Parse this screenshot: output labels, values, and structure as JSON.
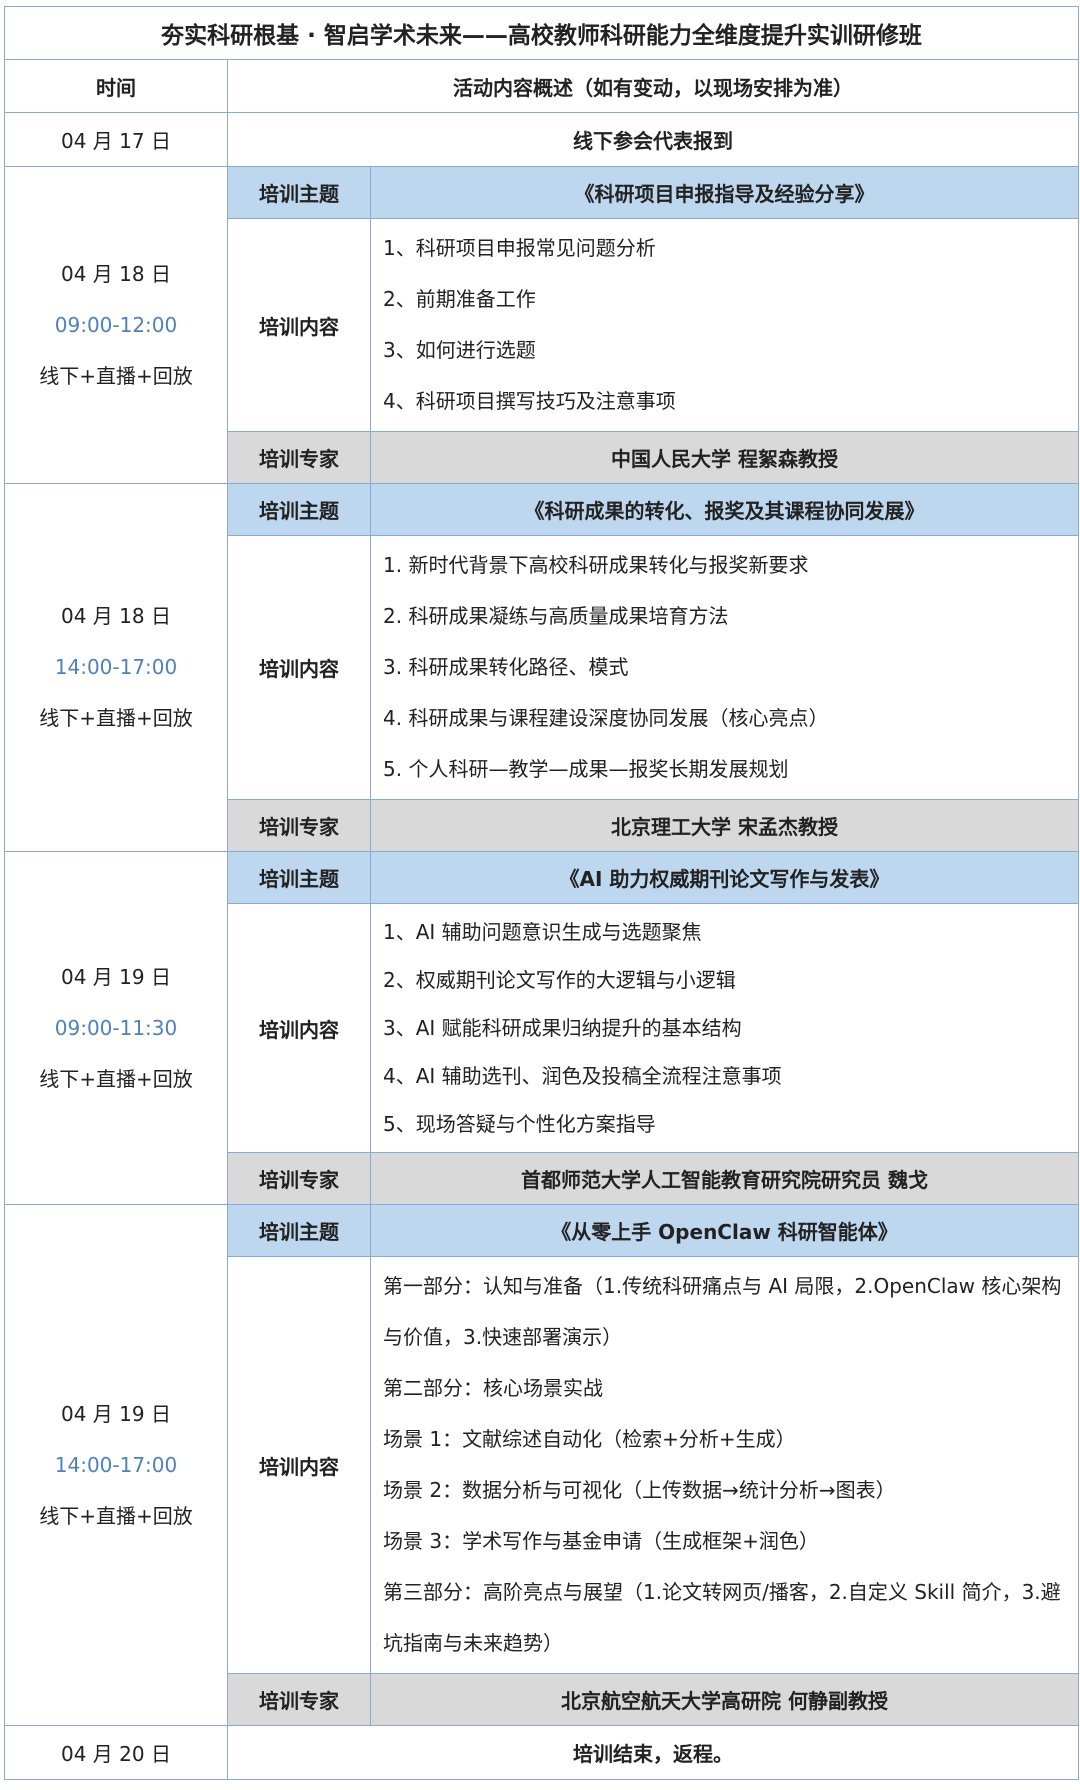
{
  "title": "夯实科研根基 · 智启学术未来——高校教师科研能力全维度提升实训研修班",
  "header": {
    "time": "时间",
    "content": "活动内容概述（如有变动，以现场安排为准）"
  },
  "labels": {
    "topic": "培训主题",
    "content": "培训内容",
    "expert": "培训专家"
  },
  "arrival": {
    "date": "04 月 17 日",
    "text": "线下参会代表报到"
  },
  "sessions": [
    {
      "date": "04 月 18 日",
      "time": "09:00-12:00",
      "mode": "线下+直播+回放",
      "topic": "《科研项目申报指导及经验分享》",
      "items": [
        "1、科研项目申报常见问题分析",
        "2、前期准备工作",
        "3、如何进行选题",
        "4、科研项目撰写技巧及注意事项"
      ],
      "expert": "中国人民大学  程絮森教授"
    },
    {
      "date": "04 月 18 日",
      "time": "14:00-17:00",
      "mode": "线下+直播+回放",
      "topic": "《科研成果的转化、报奖及其课程协同发展》",
      "items": [
        "1.  新时代背景下高校科研成果转化与报奖新要求",
        "2.  科研成果凝练与高质量成果培育方法",
        "3.  科研成果转化路径、模式",
        "4.  科研成果与课程建设深度协同发展（核心亮点）",
        "5.  个人科研—教学—成果—报奖长期发展规划"
      ],
      "expert": "北京理工大学  宋孟杰教授"
    },
    {
      "date": "04 月 19 日",
      "time": "09:00-11:30",
      "mode": "线下+直播+回放",
      "topic": "《AI 助力权威期刊论文写作与发表》",
      "items": [
        "1、AI 辅助问题意识生成与选题聚焦",
        "2、权威期刊论文写作的大逻辑与小逻辑",
        "3、AI 赋能科研成果归纳提升的基本结构",
        "4、AI 辅助选刊、润色及投稿全流程注意事项",
        "5、现场答疑与个性化方案指导"
      ],
      "expert": "首都师范大学人工智能教育研究院研究员  魏戈"
    },
    {
      "date": "04 月 19 日",
      "time": "14:00-17:00",
      "mode": "线下+直播+回放",
      "topic": "《从零上手 OpenClaw 科研智能体》",
      "items": [
        "第一部分：认知与准备（1.传统科研痛点与 AI 局限，2.OpenClaw 核心架构与价值，3.快速部署演示）",
        "第二部分：核心场景实战",
        "场景 1：文献综述自动化（检索+分析+生成）",
        "场景 2：数据分析与可视化（上传数据→统计分析→图表）",
        "场景 3：学术写作与基金申请（生成框架+润色）",
        "第三部分：高阶亮点与展望（1.论文转网页/播客，2.自定义 Skill 简介，3.避坑指南与未来趋势）"
      ],
      "expert": "北京航空航天大学高研院  何静副教授"
    }
  ],
  "ending": {
    "date": "04 月 20 日",
    "text": "培训结束，返程。"
  }
}
